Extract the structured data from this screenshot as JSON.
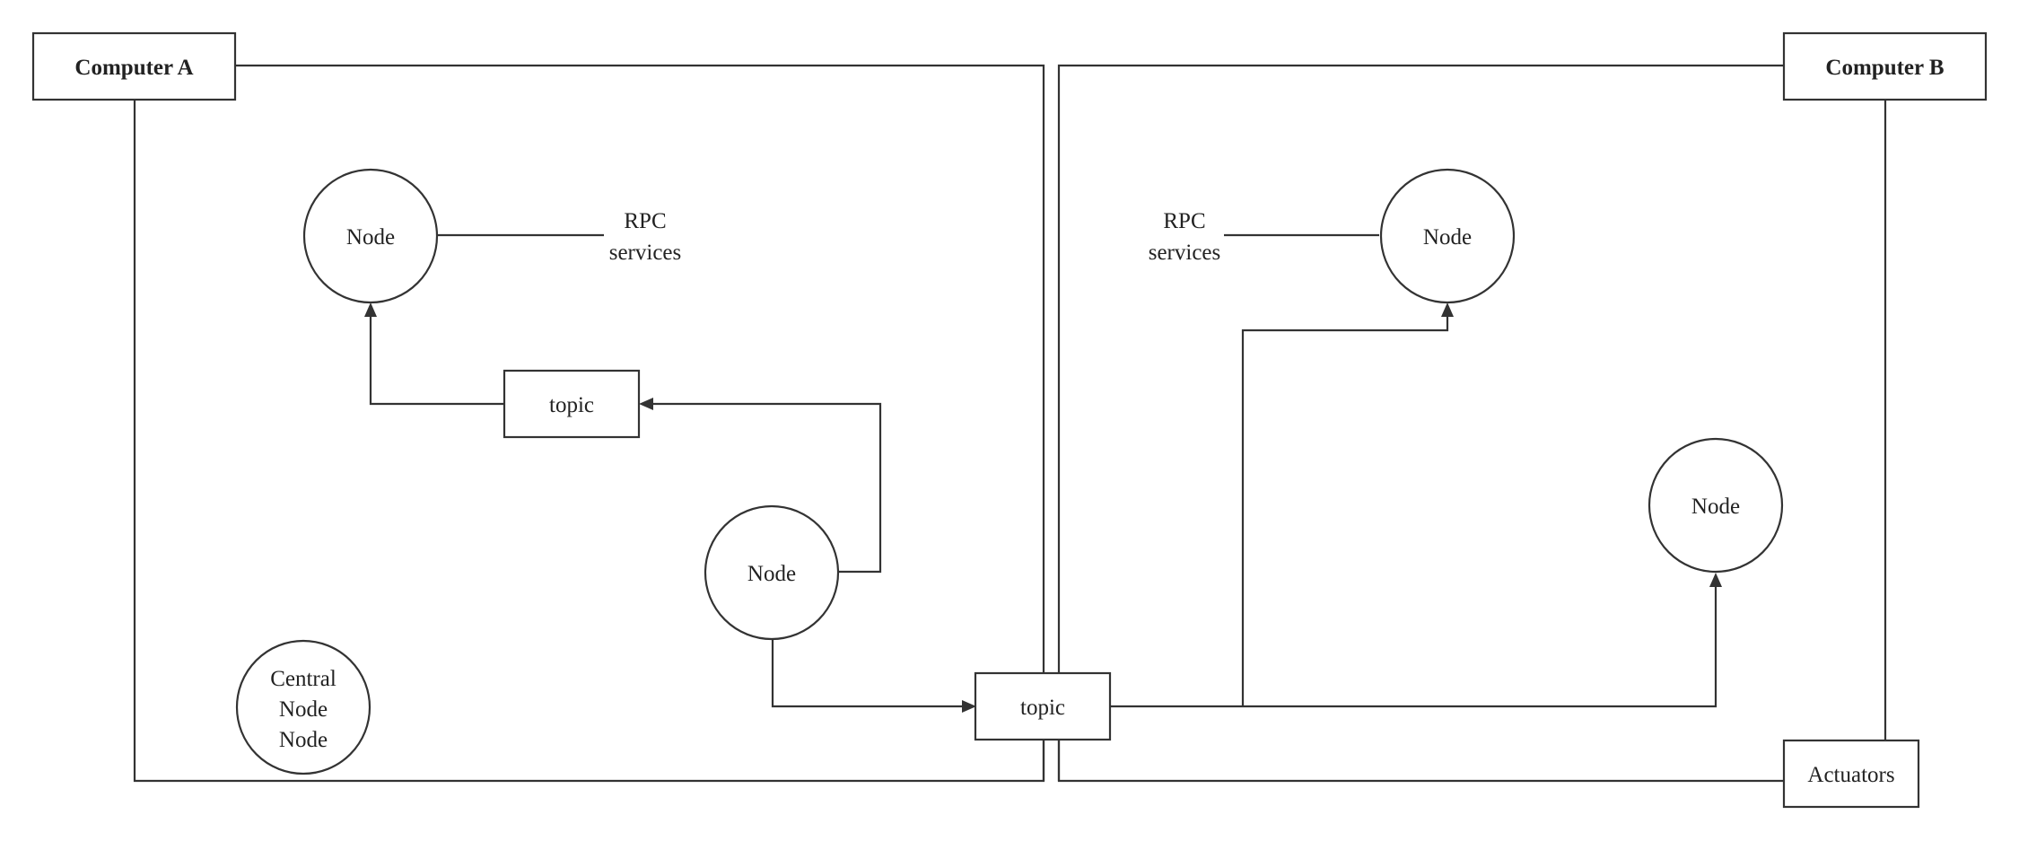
{
  "computer_a": {
    "label": "Computer A"
  },
  "computer_b": {
    "label": "Computer B"
  },
  "a_rpc_services": {
    "line1": "RPC",
    "line2": "services"
  },
  "b_rpc_services": {
    "line1": "RPC",
    "line2": "services"
  },
  "a_node_top": {
    "label": "Node"
  },
  "a_topic": {
    "label": "topic"
  },
  "a_node_middle": {
    "label": "Node"
  },
  "central_node": {
    "line1": "Central",
    "line2": "Node",
    "line3": "Node"
  },
  "shared_topic": {
    "label": "topic"
  },
  "b_node_top": {
    "label": "Node"
  },
  "b_node_right": {
    "label": "Node"
  },
  "actuators": {
    "label": "Actuators"
  },
  "colors": {
    "stroke": "#333333",
    "text": "#222222",
    "background": "#ffffff"
  }
}
